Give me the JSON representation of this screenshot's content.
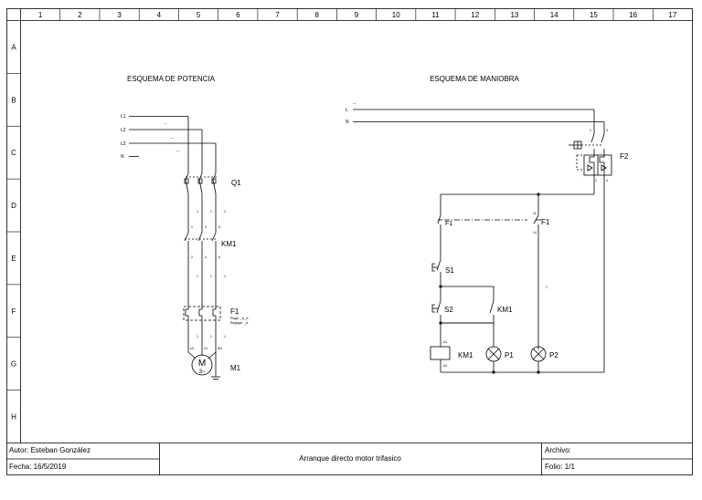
{
  "grid": {
    "columns": [
      "1",
      "2",
      "3",
      "4",
      "5",
      "6",
      "7",
      "8",
      "9",
      "10",
      "11",
      "12",
      "13",
      "14",
      "15",
      "16",
      "17"
    ],
    "rows": [
      "A",
      "B",
      "C",
      "D",
      "E",
      "F",
      "G",
      "H"
    ]
  },
  "titles": {
    "power": "ESQUEMA DE POTENCIA",
    "control": "ESQUEMA DE MANIOBRA"
  },
  "power": {
    "lines": [
      "L1",
      "L2",
      "L3",
      "N"
    ],
    "q1": "Q1",
    "km1": "KM1",
    "f1": "F1",
    "f1_note1": "Plage: _A_A",
    "f1_note2": "Réglage: _A",
    "motor": "M1",
    "motor_symbol": "M",
    "motor_sub": "3~"
  },
  "control": {
    "lines": [
      "L",
      "N"
    ],
    "f2": "F2",
    "f1": "F1",
    "s1": "S1",
    "s2": "S2",
    "km1_contact": "KM1",
    "km1_coil": "KM1",
    "p1": "P1",
    "p2": "P2"
  },
  "title_block": {
    "author": "Autor: Esteban González",
    "date": "Fecha: 16/5/2019",
    "description": "Arranque directo motor trifasico",
    "file": "Archivo:",
    "folio": "Folio: 1/1"
  },
  "colors": {
    "line": "#000000",
    "background": "#ffffff"
  }
}
